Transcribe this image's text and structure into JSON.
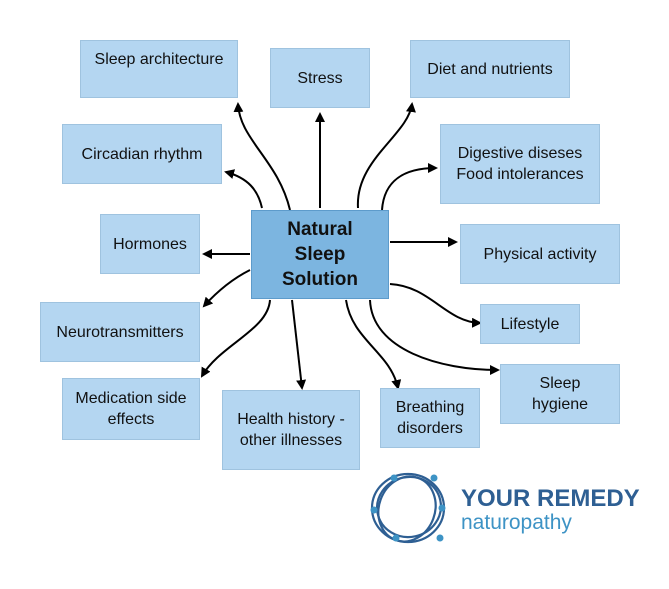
{
  "center": {
    "label": "Natural\nSleep\nSolution"
  },
  "nodes": [
    {
      "id": "sleep-architecture",
      "label": "Sleep architecture"
    },
    {
      "id": "stress",
      "label": "Stress"
    },
    {
      "id": "diet-and-nutrients",
      "label": "Diet and nutrients"
    },
    {
      "id": "circadian-rhythm",
      "label": "Circadian rhythm"
    },
    {
      "id": "digestive-diseases",
      "label": "Digestive diseses\nFood intolerances"
    },
    {
      "id": "hormones",
      "label": "Hormones"
    },
    {
      "id": "physical-activity",
      "label": "Physical activity"
    },
    {
      "id": "neurotransmitters",
      "label": "Neurotransmitters"
    },
    {
      "id": "lifestyle",
      "label": "Lifestyle"
    },
    {
      "id": "medication-side-effects",
      "label": "Medication side\neffects"
    },
    {
      "id": "health-history",
      "label": "Health history -\nother illnesses"
    },
    {
      "id": "breathing-disorders",
      "label": "Breathing\ndisorders"
    },
    {
      "id": "sleep-hygiene",
      "label": "Sleep\nhygiene"
    }
  ],
  "edges": [
    {
      "from": "center",
      "to": "sleep-architecture"
    },
    {
      "from": "center",
      "to": "stress"
    },
    {
      "from": "center",
      "to": "diet-and-nutrients"
    },
    {
      "from": "center",
      "to": "circadian-rhythm"
    },
    {
      "from": "center",
      "to": "digestive-diseases"
    },
    {
      "from": "center",
      "to": "hormones"
    },
    {
      "from": "center",
      "to": "physical-activity"
    },
    {
      "from": "center",
      "to": "neurotransmitters"
    },
    {
      "from": "center",
      "to": "lifestyle"
    },
    {
      "from": "center",
      "to": "medication-side-effects"
    },
    {
      "from": "center",
      "to": "health-history"
    },
    {
      "from": "center",
      "to": "breathing-disorders"
    },
    {
      "from": "center",
      "to": "sleep-hygiene"
    }
  ],
  "logo": {
    "brand": "YOUR REMEDY",
    "sub": "naturopathy",
    "mark_icon": "ring-logo-icon"
  },
  "colors": {
    "node_fill": "#b4d6f1",
    "center_fill": "#7cb5e0",
    "arrow": "#000000",
    "brand": "#2e5f93",
    "brand_sub": "#3d93c5"
  }
}
